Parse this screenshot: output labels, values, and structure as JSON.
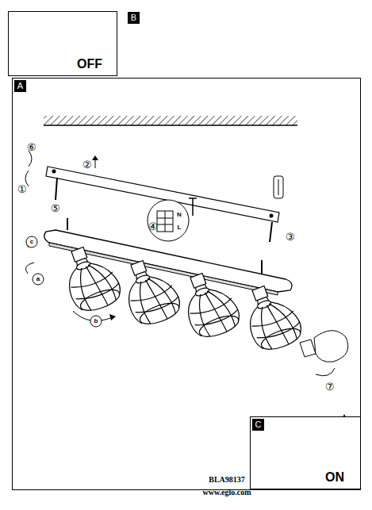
{
  "diagram": {
    "nodes": [
      {
        "text": [
          "B",
          "OFF"
        ]
      },
      {
        "text": [
          "A"
        ]
      },
      {
        "text": [
          "C",
          "ON"
        ]
      }
    ],
    "labels": [
      "⑥",
      "①",
      "②",
      "⑤",
      "④",
      "③",
      "c",
      "a",
      "b",
      "⑦",
      "N",
      "L",
      "BLA98137",
      "www.eglo.com"
    ]
  }
}
